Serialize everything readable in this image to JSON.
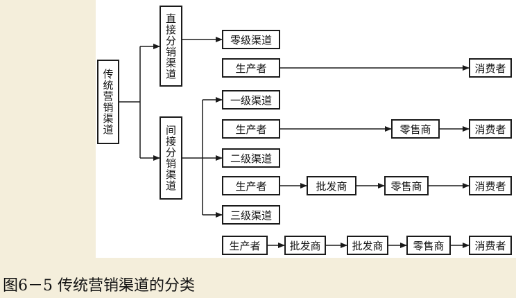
{
  "root": "传统营销渠道",
  "direct": "直接分销渠道",
  "indirect": "间接分销渠道",
  "levels": {
    "zero": "零级渠道",
    "one": "一级渠道",
    "two": "二级渠道",
    "three": "三级渠道"
  },
  "nodes": {
    "producer": "生产者",
    "consumer": "消费者",
    "retailer": "零售商",
    "wholesaler": "批发商"
  },
  "caption": "图6－5 传统营销渠道的分类"
}
